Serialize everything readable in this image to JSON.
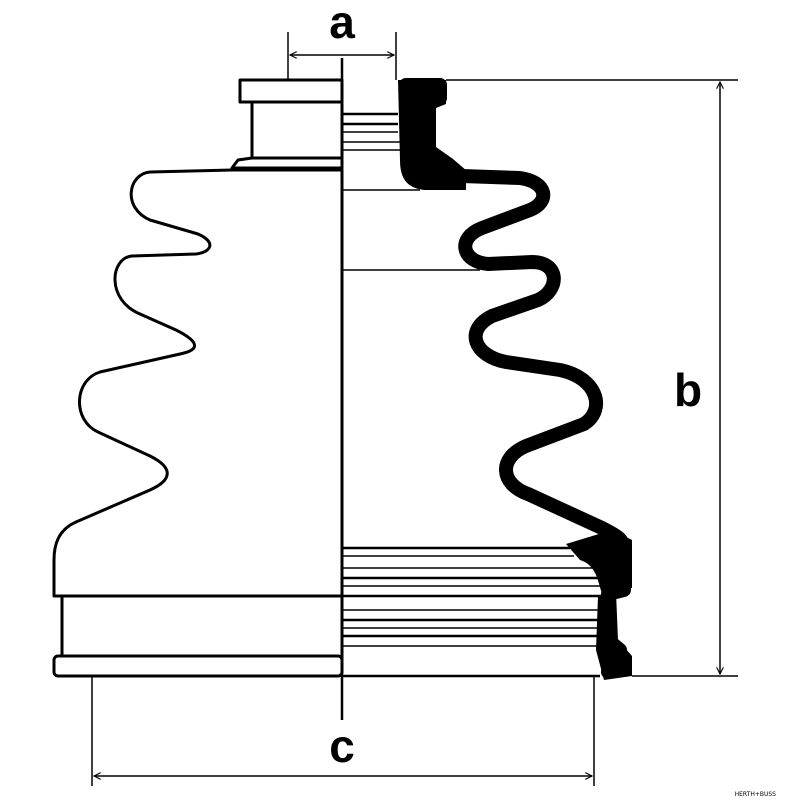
{
  "dimensions": {
    "a": "a",
    "b": "b",
    "c": "c"
  },
  "brand": "HERTH+BUSS"
}
